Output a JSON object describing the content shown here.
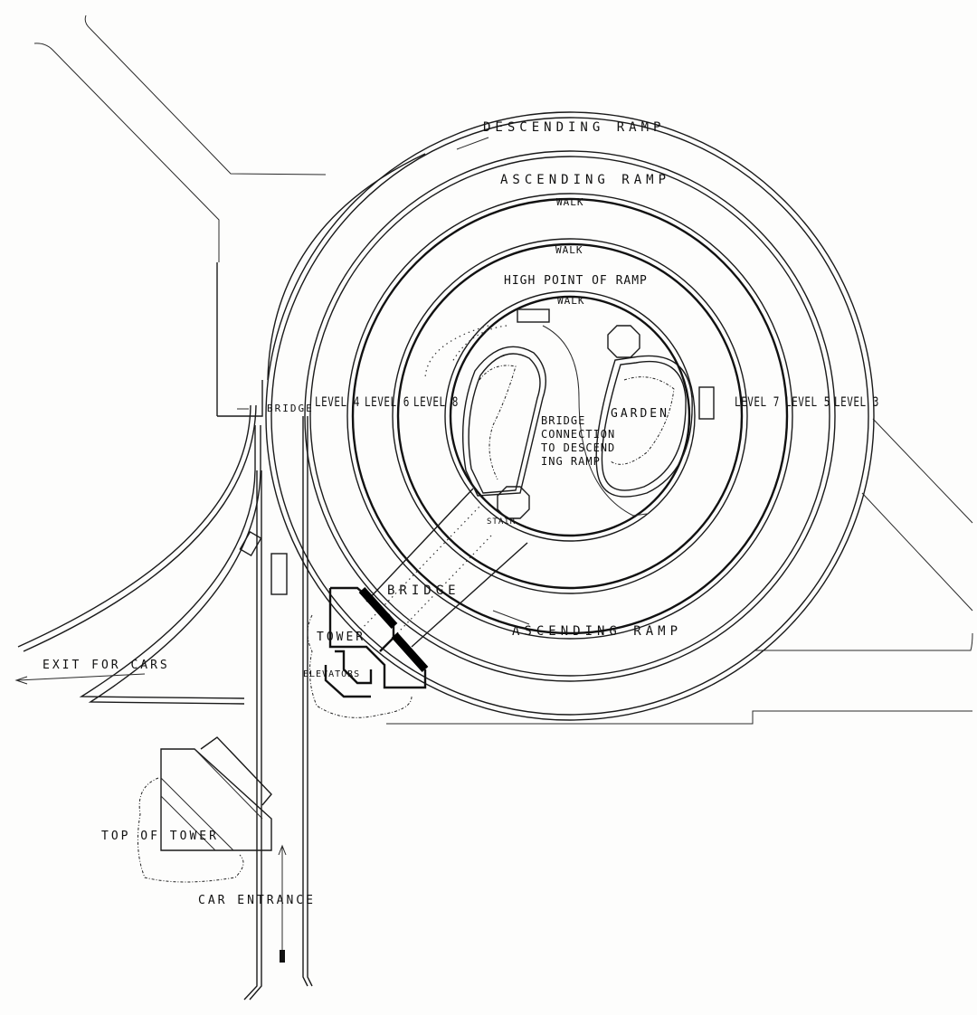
{
  "drawing": {
    "type": "site-plan",
    "subject": "circular parking ramp with garden core, bridge and tower"
  },
  "labels": {
    "descending_ramp": "DESCENDING RAMP",
    "ascending_ramp_top": "ASCENDING RAMP",
    "walk_outer": "WALK",
    "walk_middle": "WALK",
    "high_point": "HIGH POINT OF RAMP",
    "walk_inner": "WALK",
    "bridge_left": "BRIDGE",
    "bridge_connection_1": "BRIDGE",
    "bridge_connection_2": "CONNECTION",
    "bridge_connection_3": "TO DESCEND",
    "bridge_connection_4": "ING RAMP",
    "garden": "GARDEN",
    "stair": "STAIR",
    "bridge_main": "BRIDGE",
    "ascending_ramp_bottom": "ASCENDING RAMP",
    "tower": "TOWER",
    "elevators": "ELEVATORS",
    "exit_for_cars": "EXIT FOR CARS",
    "top_of_tower": "TOP OF TOWER",
    "car_entrance": "CAR ENTRANCE"
  },
  "levels": {
    "left": [
      "LEVEL 4",
      "LEVEL 6",
      "LEVEL 8"
    ],
    "right": [
      "LEVEL 7",
      "LEVEL 5",
      "LEVEL 3"
    ]
  },
  "colors": {
    "paper": "#fdfdfc",
    "ink": "#111111"
  }
}
